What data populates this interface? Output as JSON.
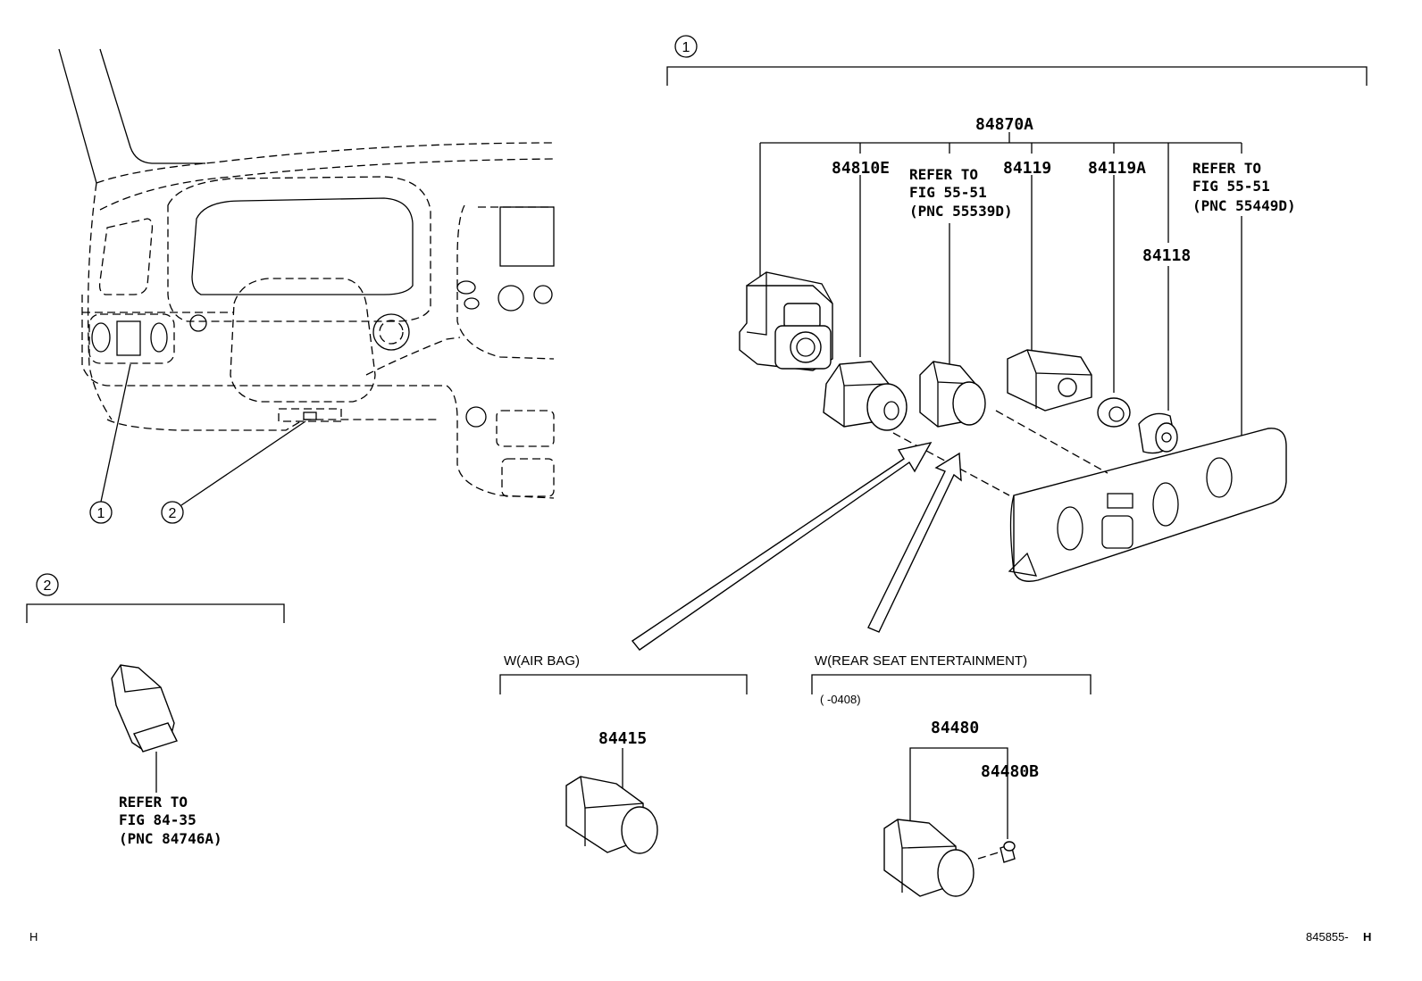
{
  "callouts": {
    "one": "1",
    "two": "2"
  },
  "main_assembly": {
    "assembly_part": "84870A",
    "parts": {
      "p84810E": "84810E",
      "p84119": "84119",
      "p84119A": "84119A",
      "p84118": "84118"
    },
    "refer_left": [
      "REFER TO",
      "FIG 55-51",
      "(PNC 55539D)"
    ],
    "refer_right": [
      "REFER TO",
      "FIG 55-51",
      "(PNC 55449D)"
    ]
  },
  "section2": {
    "refer": [
      "REFER TO",
      "FIG 84-35",
      "(PNC 84746A)"
    ]
  },
  "airbag": {
    "group_label": "W(AIR BAG)",
    "part": "84415"
  },
  "rear_seat": {
    "group_label": "W(REAR SEAT ENTERTAINMENT)",
    "date_range": "(      -0408)",
    "part": "84480",
    "sub_part": "84480B"
  },
  "footer": {
    "left_code": "H",
    "figure_id": "845855-",
    "figure_suffix": "H"
  }
}
